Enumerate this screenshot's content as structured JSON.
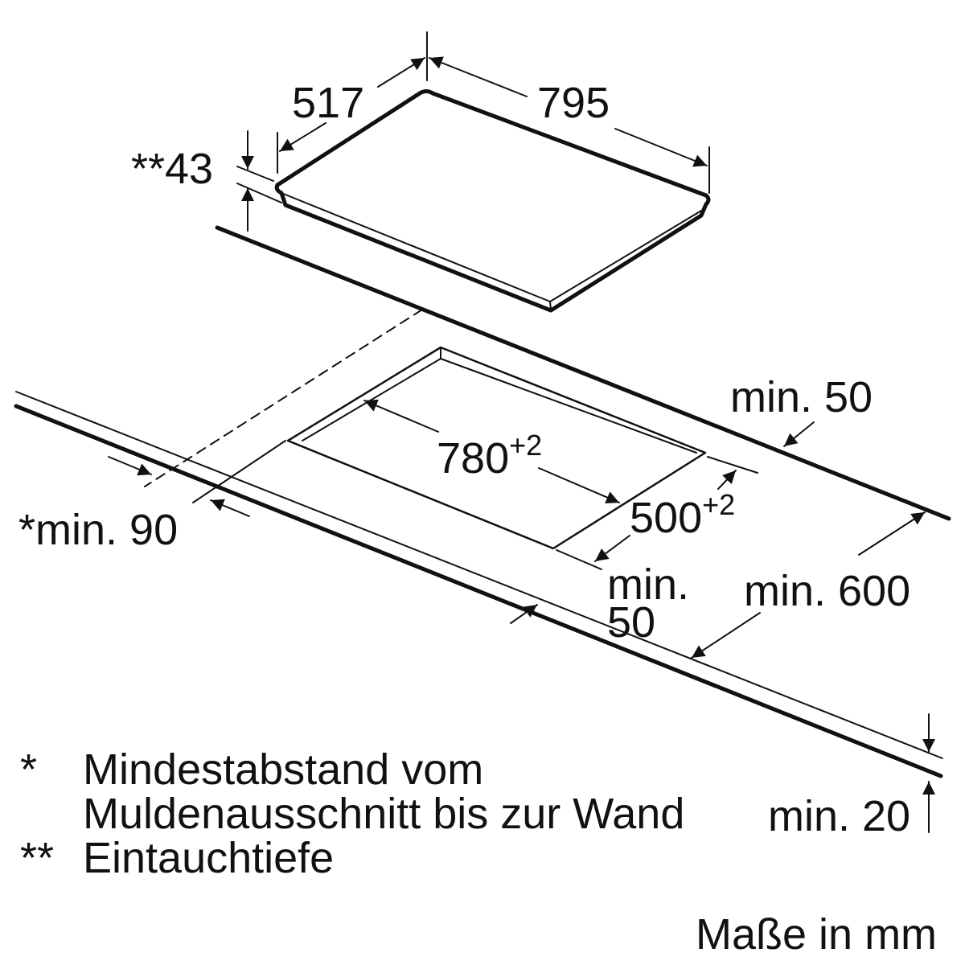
{
  "diagram": {
    "hob": {
      "width": "795",
      "depth": "517",
      "immersion_depth": "**43"
    },
    "cutout": {
      "width": "780",
      "width_tolerance": "+2",
      "depth": "500",
      "depth_tolerance": "+2"
    },
    "clearances": {
      "rear": "min. 50",
      "wall": "*min. 90",
      "front_line1": "min.",
      "front_line2": "50",
      "worktop_depth": "min. 600",
      "worktop_thickness": "min. 20"
    },
    "legend": [
      {
        "marker": "*",
        "lines": [
          "Mindestabstand vom",
          "Muldenausschnitt bis zur Wand"
        ]
      },
      {
        "marker": "**",
        "lines": [
          "Eintauchtiefe"
        ]
      }
    ],
    "units_note": "Maße in mm"
  }
}
